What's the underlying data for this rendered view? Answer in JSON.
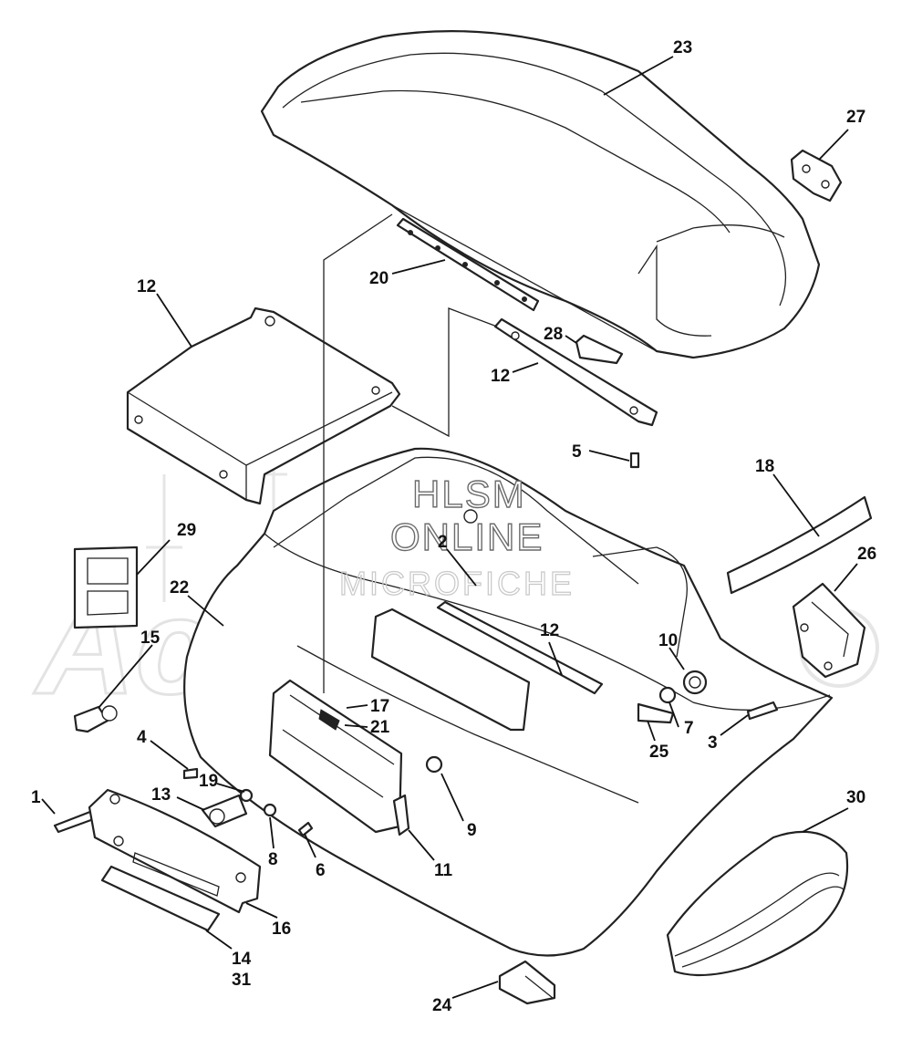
{
  "watermark": {
    "line1": "HLSM",
    "line2": "ONLINE",
    "line3": "MICROFICHE",
    "background_text": "Acem"
  },
  "callouts": [
    "23",
    "27",
    "20",
    "12",
    "28",
    "12",
    "5",
    "18",
    "26",
    "29",
    "22",
    "2",
    "12",
    "10",
    "15",
    "17",
    "21",
    "4",
    "19",
    "13",
    "1",
    "7",
    "3",
    "25",
    "9",
    "8",
    "6",
    "11",
    "16",
    "30",
    "14",
    "31",
    "24"
  ],
  "colors": {
    "line": "#222222",
    "watermark": "#6b6b6b",
    "background_mark": "#e3e3e3"
  }
}
